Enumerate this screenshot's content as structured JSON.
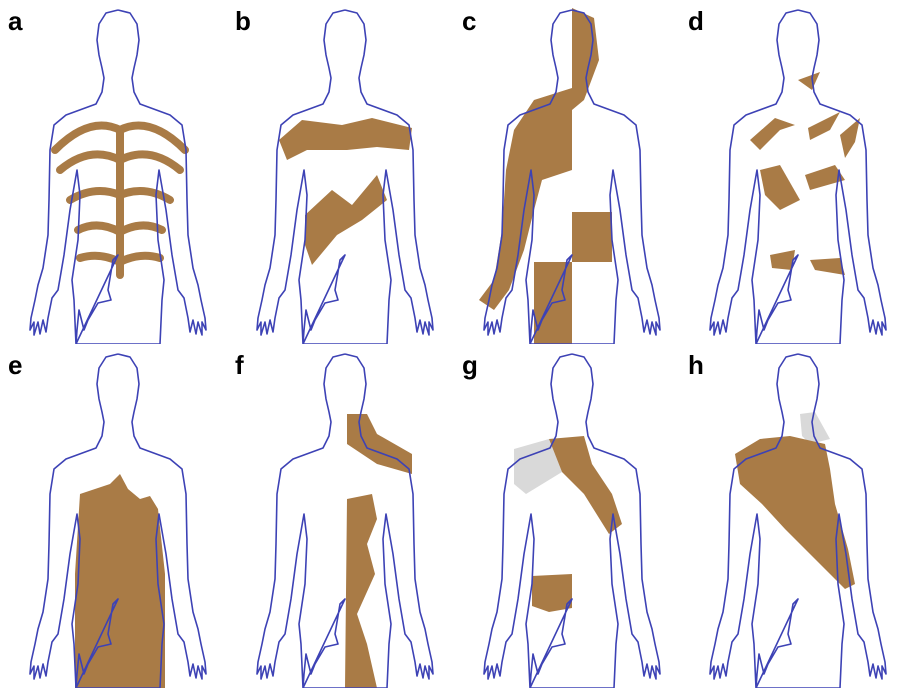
{
  "figure": {
    "colors": {
      "outline": "#3d42b5",
      "lesion": "#a97b46",
      "lesion_light": "#d9d9d9",
      "background": "#ffffff"
    },
    "panels": [
      {
        "letter": "a",
        "pattern": "lines-of-blaschko"
      },
      {
        "letter": "b",
        "pattern": "checkerboard-phylloid"
      },
      {
        "letter": "c",
        "pattern": "checkerboard"
      },
      {
        "letter": "d",
        "pattern": "phylloid"
      },
      {
        "letter": "e",
        "pattern": "patchy-without-midline"
      },
      {
        "letter": "f",
        "pattern": "lateralization"
      },
      {
        "letter": "g",
        "pattern": "segmental"
      },
      {
        "letter": "h",
        "pattern": "segmental"
      }
    ]
  }
}
